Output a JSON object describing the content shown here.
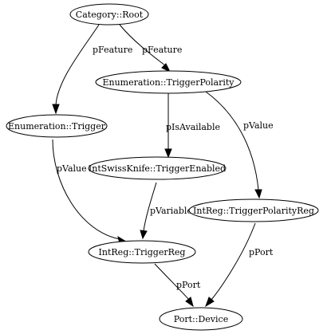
{
  "nodes": {
    "root": "Category::Root",
    "trigger_polarity": "Enumeration::TriggerPolarity",
    "trigger": "Enumeration::Trigger",
    "trigger_enabled": "IntSwissKnife::TriggerEnabled",
    "trigger_polarity_reg": "IntReg::TriggerPolarityReg",
    "trigger_reg": "IntReg::TriggerReg",
    "device": "Port::Device"
  },
  "edges": {
    "root_to_trigger": "pFeature",
    "root_to_trigger_polarity": "pFeature",
    "trigger_polarity_to_enabled": "pIsAvailable",
    "trigger_polarity_to_reg": "pValue",
    "trigger_to_reg": "pValue",
    "enabled_to_trigger_reg": "pVariable",
    "polarity_reg_to_device": "pPort",
    "trigger_reg_to_device": "pPort"
  }
}
